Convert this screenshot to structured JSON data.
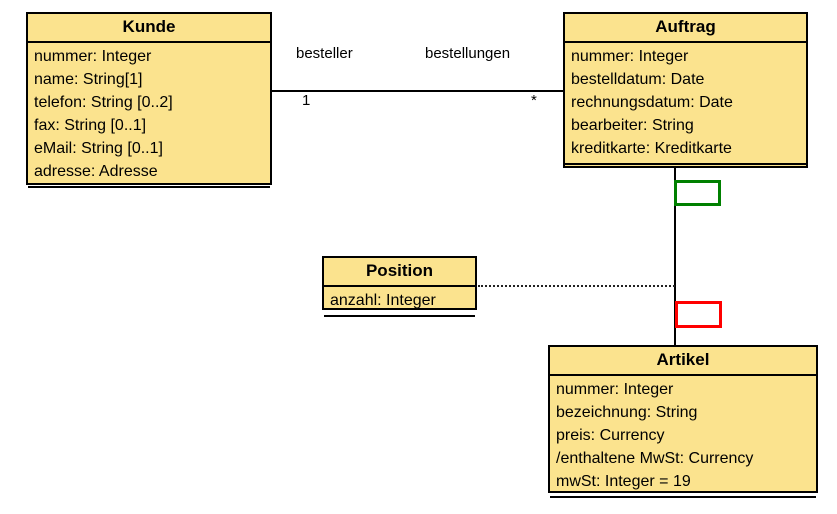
{
  "diagram": {
    "type": "uml-class-diagram",
    "language": "de",
    "background_color": "#ffffff",
    "class_fill_color": "#fbe38e",
    "class_border_color": "#000000",
    "annotation_colors": {
      "green": "#008000",
      "red": "#ff0000"
    }
  },
  "classes": [
    {
      "name": "Kunde",
      "attributes": [
        "nummer: Integer",
        "name: String[1]",
        "telefon: String [0..2]",
        "fax: String [0..1]",
        "eMail: String [0..1]",
        "adresse: Adresse"
      ],
      "operations": []
    },
    {
      "name": "Auftrag",
      "attributes": [
        "nummer: Integer",
        "bestelldatum: Date",
        "rechnungsdatum: Date",
        "bearbeiter: String",
        "kreditkarte: Kreditkarte"
      ],
      "operations": []
    },
    {
      "name": "Position",
      "attributes": [
        "anzahl: Integer"
      ],
      "operations": []
    },
    {
      "name": "Artikel",
      "attributes": [
        "nummer: Integer",
        "bezeichnung: String",
        "preis: Currency",
        "/enthaltene MwSt: Currency",
        "mwSt: Integer = 19"
      ],
      "operations": []
    }
  ],
  "associations": [
    {
      "from": "Kunde",
      "to": "Auftrag",
      "source_role": "besteller",
      "target_role": "bestellungen",
      "source_multiplicity": "1",
      "target_multiplicity": "*"
    },
    {
      "from": "Auftrag",
      "to": "Artikel",
      "association_class": "Position",
      "source_role": "",
      "target_role": "",
      "source_multiplicity": "",
      "target_multiplicity": ""
    }
  ],
  "annotations": [
    {
      "shape": "rectangle",
      "color": "#008000",
      "label": ""
    },
    {
      "shape": "rectangle",
      "color": "#ff0000",
      "label": ""
    }
  ]
}
